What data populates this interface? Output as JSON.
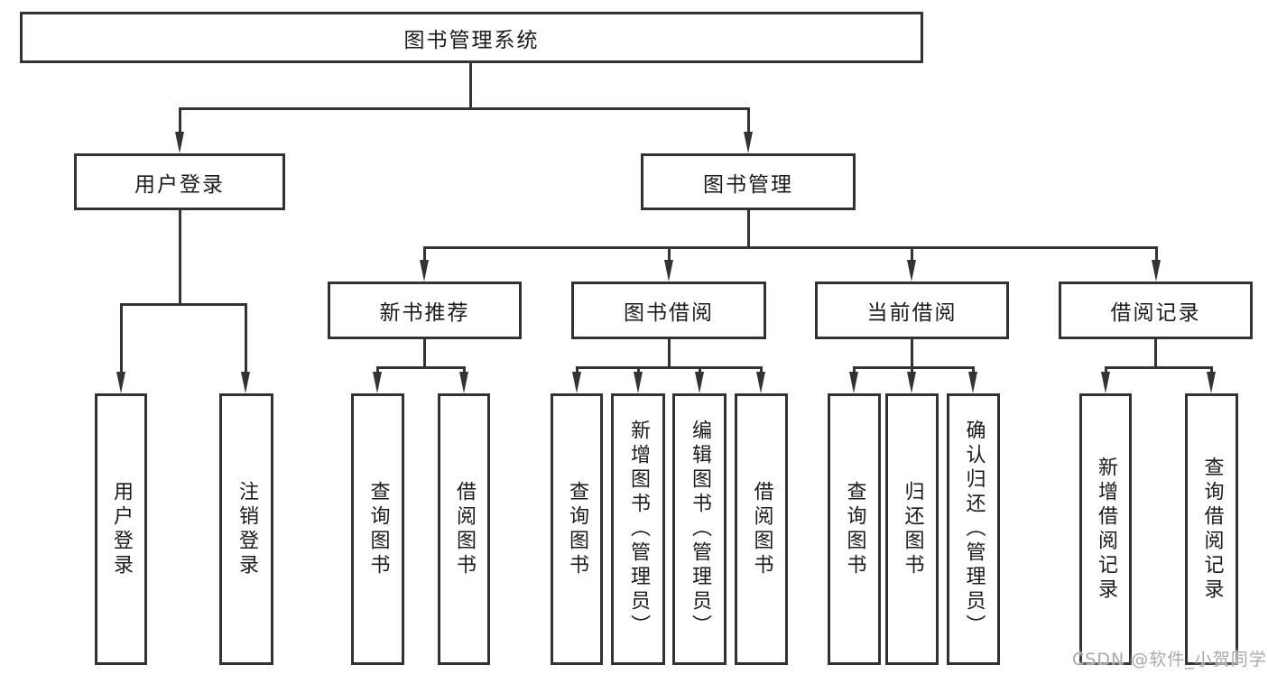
{
  "diagram": {
    "root": {
      "label": "图书管理系统"
    },
    "level2": [
      {
        "label": "用户登录"
      },
      {
        "label": "图书管理"
      }
    ],
    "level3": [
      {
        "label": "新书推荐"
      },
      {
        "label": "图书借阅"
      },
      {
        "label": "当前借阅"
      },
      {
        "label": "借阅记录"
      }
    ],
    "leaves": [
      {
        "label": "用户登录"
      },
      {
        "label": "注销登录"
      },
      {
        "label": "查询图书"
      },
      {
        "label": "借阅图书"
      },
      {
        "label": "查询图书"
      },
      {
        "label": "新增图书（管理员）"
      },
      {
        "label": "编辑图书（管理员）"
      },
      {
        "label": "借阅图书"
      },
      {
        "label": "查询图书"
      },
      {
        "label": "归还图书"
      },
      {
        "label": "确认归还（管理员）"
      },
      {
        "label": "新增借阅记录"
      },
      {
        "label": "查询借阅记录"
      }
    ],
    "watermark": "CSDN @软件_小贺同学",
    "colors": {
      "line": "#333333",
      "box_border": "#323232",
      "box_background": "#ffffff",
      "text": "#1b1b1b",
      "watermark": "#a9a9a9"
    }
  }
}
